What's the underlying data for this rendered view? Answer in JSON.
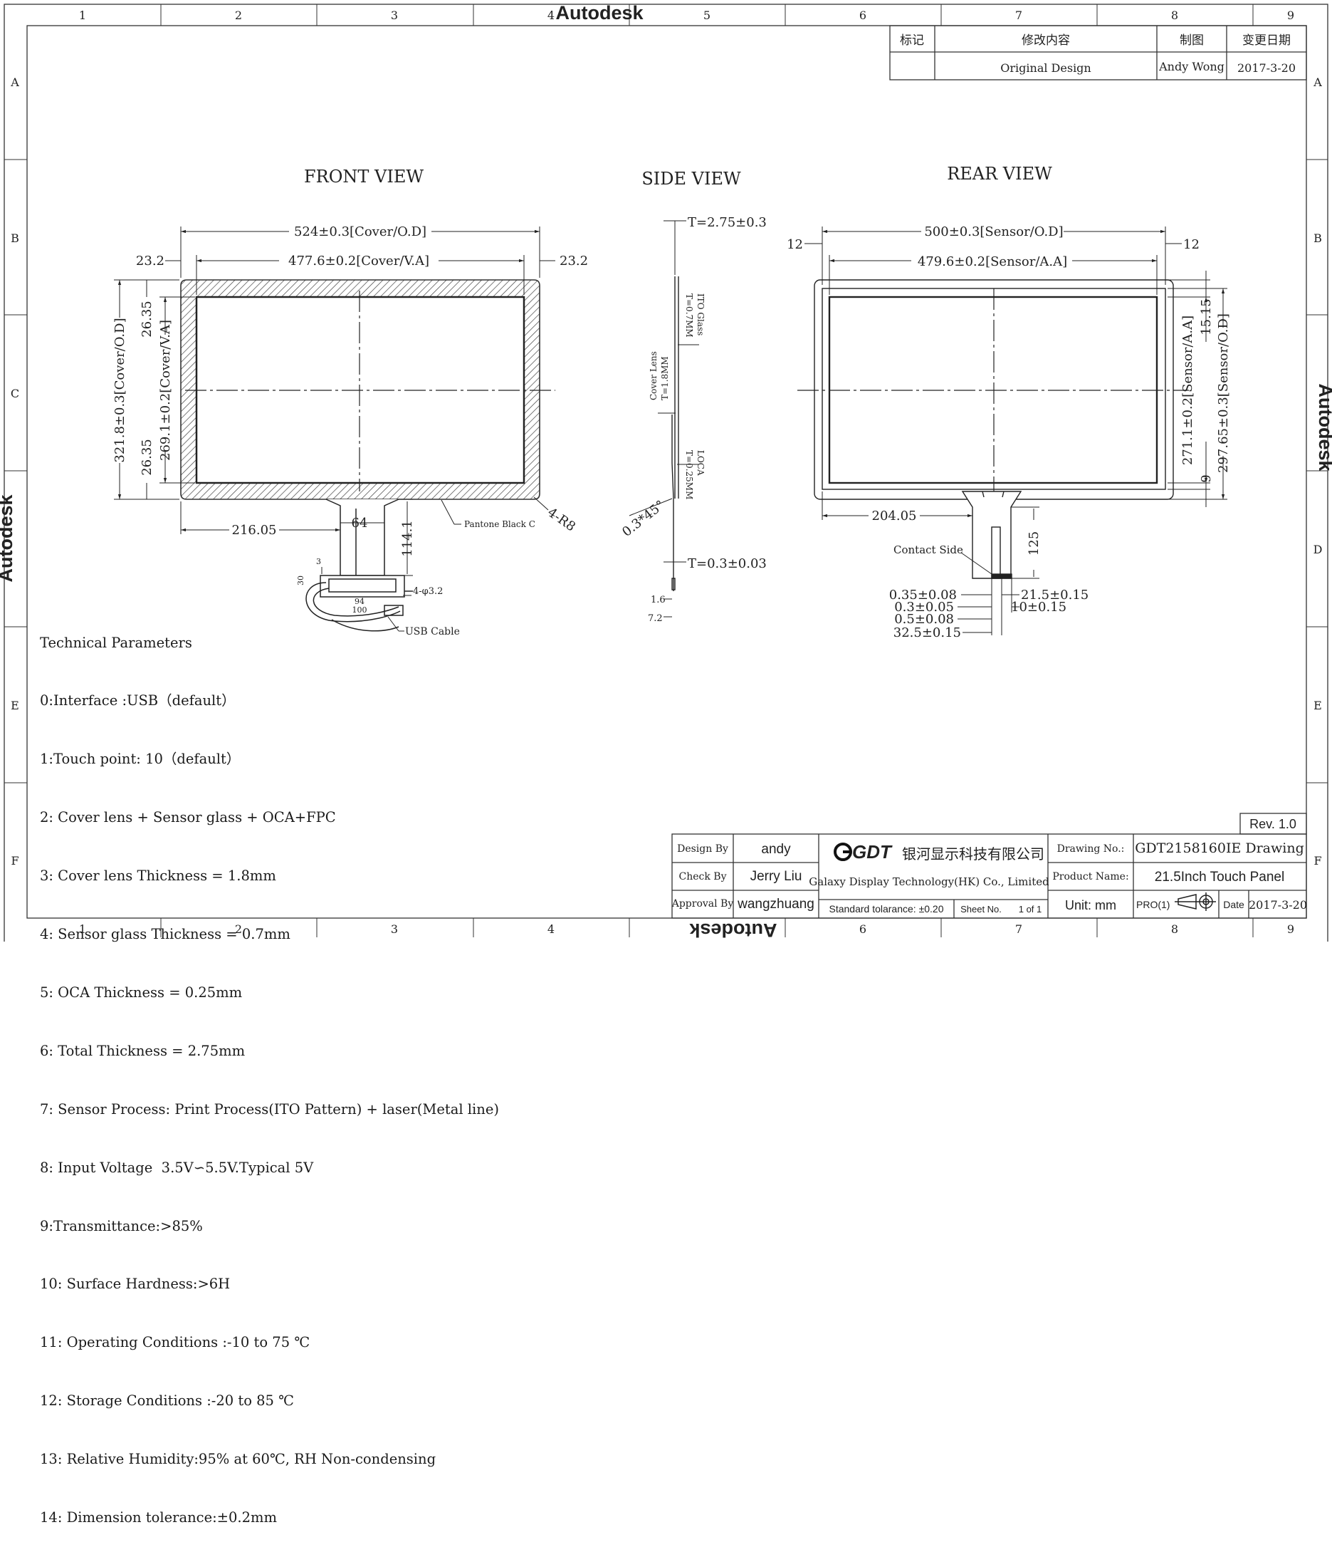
{
  "watermark": "Autodesk",
  "border": {
    "columns": [
      "1",
      "2",
      "3",
      "4",
      "5",
      "6",
      "7",
      "8",
      "9"
    ],
    "rows": [
      "A",
      "B",
      "C",
      "D",
      "E",
      "F"
    ]
  },
  "revision_table": {
    "headers": [
      "标记",
      "修改内容",
      "制图",
      "变更日期"
    ],
    "row": {
      "mark": "",
      "content": "Original Design",
      "drawer": "Andy Wong",
      "date": "2017-3-20"
    }
  },
  "views": {
    "front": "FRONT VIEW",
    "side": "SIDE VIEW",
    "rear": "REAR VIEW"
  },
  "front": {
    "cover_od_w": "524±0.3[Cover/O.D]",
    "cover_va_w": "477.6±0.2[Cover/V.A]",
    "margin_left": "23.2",
    "margin_right": "23.2",
    "cover_od_h": "321.8±0.3[Cover/O.D]",
    "cover_va_h": "269.1±0.2[Cover/V.A]",
    "margin_top": "26.35",
    "margin_bottom": "26.35",
    "fpc_offset": "216.05",
    "fpc_width": "64",
    "fpc_length": "114.1",
    "corner": "4-R8",
    "ink": "Pantone Black C",
    "dim_3": "3",
    "dim_30": "30",
    "dim_94": "94",
    "dim_100": "100",
    "hole": "4-φ3.2",
    "usb": "USB Cable"
  },
  "side": {
    "total": "T=2.75±0.3",
    "ito": "ITO Glass",
    "ito_t": "T=0.7MM",
    "cover": "Cover Lens",
    "cover_t": "T=1.8MM",
    "loca": "LOCA",
    "loca_t": "T=0.25MM",
    "chamfer": "0.3*45°",
    "fpc_t": "T=0.3±0.03",
    "d1": "1.6",
    "d2": "7.2"
  },
  "rear": {
    "sensor_od_w": "500±0.3[Sensor/O.D]",
    "sensor_aa_w": "479.6±0.2[Sensor/A.A]",
    "margin_left": "12",
    "margin_right": "12",
    "margin_top": "15.15",
    "margin_bottom": "9",
    "sensor_aa_h": "271.1±0.2[Sensor/A.A]",
    "sensor_od_h": "297.65±0.3[Sensor/O.D]",
    "fpc_offset": "204.05",
    "fpc_length": "125",
    "contact": "Contact Side",
    "d_a": "0.35±0.08",
    "d_b": "0.3±0.05",
    "d_c": "0.5±0.08",
    "d_d": "32.5±0.15",
    "d_e": "21.5±0.15",
    "d_f": "10±0.15"
  },
  "tech": {
    "title": "Technical Parameters",
    "items": [
      "0:Interface :USB（default）",
      "1:Touch point: 10（default）",
      "2: Cover lens + Sensor glass + OCA+FPC",
      "3: Cover lens Thickness = 1.8mm",
      "4: Sensor glass Thickness = 0.7mm",
      "5: OCA Thickness = 0.25mm",
      "6: Total Thickness = 2.75mm",
      "7: Sensor Process: Print Process(ITO Pattern) + laser(Metal line)",
      "8: Input Voltage  3.5V∽5.5V.Typical 5V",
      "9:Transmittance:>85%",
      "10: Surface Hardness:>6H",
      "11: Operating Conditions :-10 to 75 ℃",
      "12: Storage Conditions :-20 to 85 ℃",
      "13: Relative Humidity:95% at 60℃, RH Non-condensing",
      "14: Dimension tolerance:±0.2mm"
    ]
  },
  "title_block": {
    "rev": "Rev. 1.0",
    "design_label": "Design By",
    "design": "andy",
    "check_label": "Check By",
    "check": "Jerry Liu",
    "approval_label": "Approval By",
    "approval": "wangzhuang",
    "logo": "GDT",
    "company_cn": "银河显示科技有限公司",
    "company_en": "Galaxy Display Technology(HK) Co., Limited",
    "tolerance": "Standard tolarance: ±0.20",
    "sheet_label": "Sheet No.",
    "sheet": "1 of 1",
    "drawing_label": "Drawing No.:",
    "drawing": "GDT2158160IE Drawing",
    "product_label": "Product Name:",
    "product": "21.5Inch Touch Panel",
    "unit": "Unit: mm",
    "projection": "PRO(1)",
    "date_label": "Date",
    "date": "2017-3-20"
  }
}
